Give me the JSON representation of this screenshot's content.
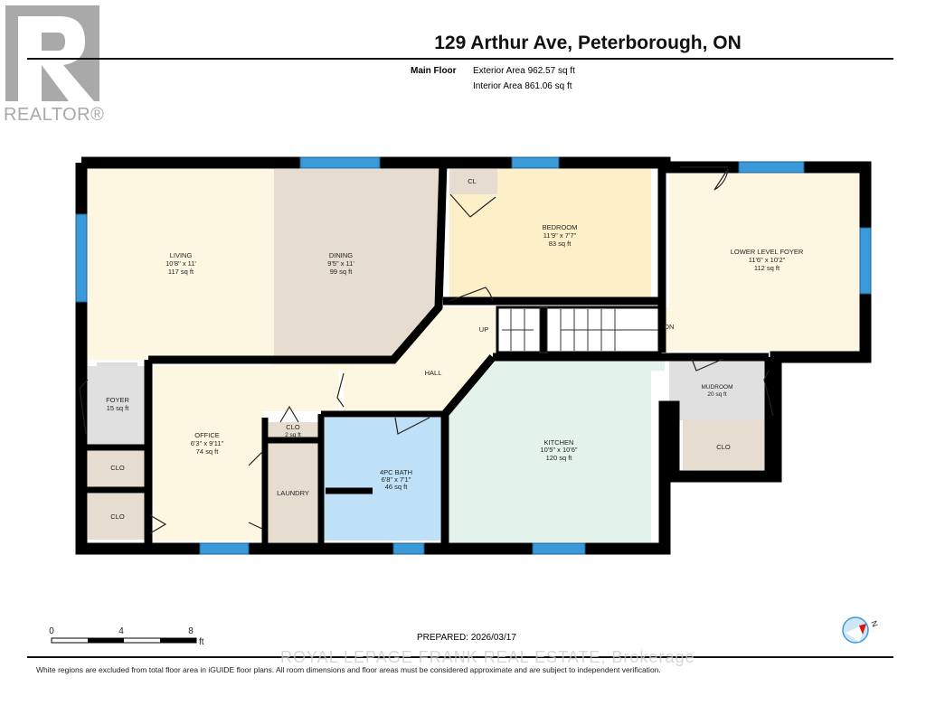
{
  "header": {
    "title": "129 Arthur Ave, Peterborough, ON",
    "floor": "Main Floor",
    "exterior_area": "Exterior Area 962.57 sq ft",
    "interior_area": "Interior Area 861.06 sq ft"
  },
  "logo": {
    "text": "REALTOR®"
  },
  "rooms": {
    "living": {
      "name": "LIVING",
      "dims": "10'8\" x 11'",
      "area": "117 sq ft"
    },
    "dining": {
      "name": "DINING",
      "dims": "9'5\" x 11'",
      "area": "99 sq ft"
    },
    "cl": {
      "name": "CL"
    },
    "bedroom": {
      "name": "BEDROOM",
      "dims": "11'9\" x 7'7\"",
      "area": "83 sq ft"
    },
    "lower_foyer": {
      "name": "LOWER LEVEL FOYER",
      "dims": "11'6\" x 10'2\"",
      "area": "112 sq ft"
    },
    "hall": {
      "name": "HALL"
    },
    "up": "UP",
    "dn": "DN",
    "foyer": {
      "name": "FOYER",
      "area": "15 sq ft"
    },
    "office": {
      "name": "OFFICE",
      "dims": "6'3\" x 9'11\"",
      "area": "74 sq ft"
    },
    "clo_small": {
      "name": "CLO",
      "area": "2 sq ft"
    },
    "clo1": {
      "name": "CLO"
    },
    "clo2": {
      "name": "CLO"
    },
    "clo3": {
      "name": "CLO"
    },
    "laundry": {
      "name": "LAUNDRY"
    },
    "bath": {
      "name": "4PC BATH",
      "dims": "6'8\" x 7'1\"",
      "area": "46 sq ft"
    },
    "kitchen": {
      "name": "KITCHEN",
      "dims": "10'5\" x 10'6\"",
      "area": "120 sq ft"
    },
    "mudroom": {
      "name": "MUDROOM",
      "area": "20 sq ft"
    }
  },
  "scale": {
    "labels": [
      "0",
      "4",
      "8"
    ],
    "unit": "ft"
  },
  "compass": {
    "label": "N"
  },
  "footer": {
    "prepared": "PREPARED: 2026/03/17",
    "watermark": "ROYAL LEPAGE FRANK REAL ESTATE, Brokerage",
    "disclaimer": "White regions are excluded from total floor area in iGUIDE floor plans. All room dimensions and floor areas must be considered approximate and are subject to independent verification."
  },
  "colors": {
    "wall": "#000000",
    "window": "#3a9ad9",
    "living": "#fdf6e1",
    "dining": "#e6ddd0",
    "bedroom": "#fdf0c8",
    "bath": "#bfe1f7",
    "kitchen": "#e3f2ea",
    "grey": "#e0e0e0"
  }
}
